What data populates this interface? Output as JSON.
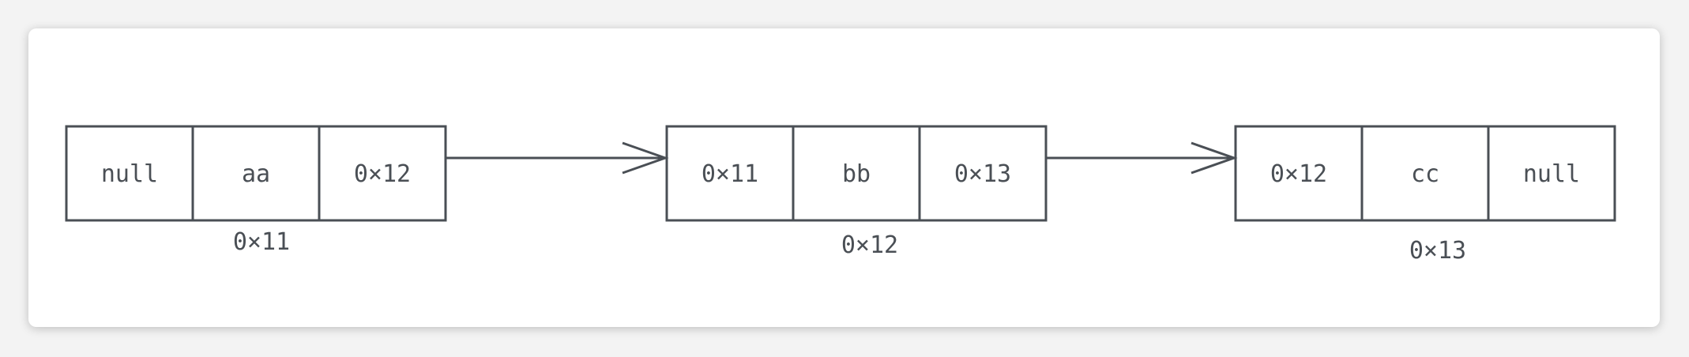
{
  "nodes": [
    {
      "address": "0×11",
      "prev": "null",
      "value": "aa",
      "next": "0×12"
    },
    {
      "address": "0×12",
      "prev": "0×11",
      "value": "bb",
      "next": "0×13"
    },
    {
      "address": "0×13",
      "prev": "0×12",
      "value": "cc",
      "next": "null"
    }
  ],
  "colors": {
    "stroke": "#4a4f55",
    "background": "#ffffff",
    "page": "#f3f3f3"
  }
}
